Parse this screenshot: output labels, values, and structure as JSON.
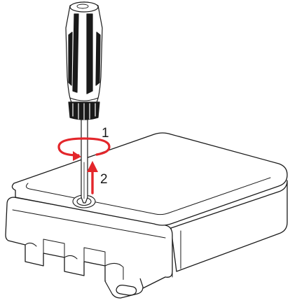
{
  "diagram": {
    "steps": [
      {
        "number": "1",
        "action": "rotate"
      },
      {
        "number": "2",
        "action": "lift"
      }
    ],
    "arrow_color": "#e3262b",
    "line_color": "#1a1a1a",
    "icons": {
      "tool": "screwdriver-icon",
      "rotate": "rotate-arrow-icon",
      "lift": "up-arrow-icon"
    }
  }
}
